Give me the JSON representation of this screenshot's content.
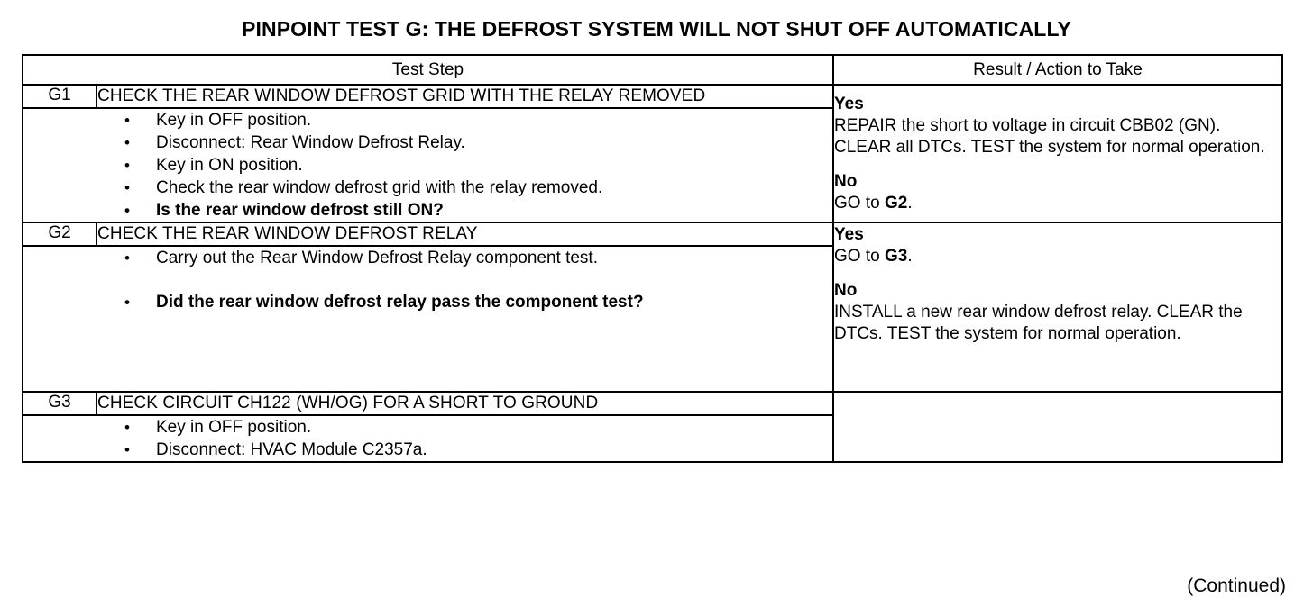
{
  "document": {
    "title": "PINPOINT TEST G: THE DEFROST SYSTEM WILL NOT SHUT OFF AUTOMATICALLY",
    "footer_note": "(Continued)"
  },
  "table": {
    "headers": {
      "test_step": "Test Step",
      "result_action": "Result / Action to Take"
    },
    "steps": [
      {
        "id": "G1",
        "title": "CHECK THE REAR WINDOW DEFROST GRID WITH THE RELAY REMOVED",
        "bullets": [
          {
            "text": "Key in OFF position.",
            "bold": false,
            "gap": false
          },
          {
            "text": "Disconnect: Rear Window Defrost Relay.",
            "bold": false,
            "gap": false
          },
          {
            "text": "Key in ON position.",
            "bold": false,
            "gap": false
          },
          {
            "text": "Check the rear window defrost grid with the relay removed.",
            "bold": false,
            "gap": false
          },
          {
            "text": "Is the rear window defrost still ON?",
            "bold": true,
            "gap": false
          }
        ],
        "results": [
          {
            "label": "Yes",
            "text_html": "REPAIR the short to voltage in circuit CBB02 (GN). CLEAR all DTCs. TEST the system for normal operation."
          },
          {
            "label": "No",
            "text_html": "GO to <b>G2</b>."
          }
        ]
      },
      {
        "id": "G2",
        "title": "CHECK THE REAR WINDOW DEFROST RELAY",
        "bullets": [
          {
            "text": "Carry out the Rear Window Defrost Relay component test.",
            "bold": false,
            "gap": false
          },
          {
            "text": "Did the rear window defrost relay pass the component test?",
            "bold": true,
            "gap": true
          }
        ],
        "results": [
          {
            "label": "Yes",
            "text_html": "GO to <b>G3</b>."
          },
          {
            "label": "No",
            "text_html": "INSTALL a new rear window defrost relay. CLEAR the DTCs. TEST the system for normal operation."
          }
        ]
      },
      {
        "id": "G3",
        "title": "CHECK CIRCUIT CH122 (WH/OG) FOR A SHORT TO GROUND",
        "bullets": [
          {
            "text": "Key in OFF position.",
            "bold": false,
            "gap": false
          },
          {
            "text": "Disconnect: HVAC Module C2357a.",
            "bold": false,
            "gap": false
          }
        ],
        "results": []
      }
    ]
  },
  "colors": {
    "background": "#ffffff",
    "text": "#000000",
    "border": "#000000"
  }
}
